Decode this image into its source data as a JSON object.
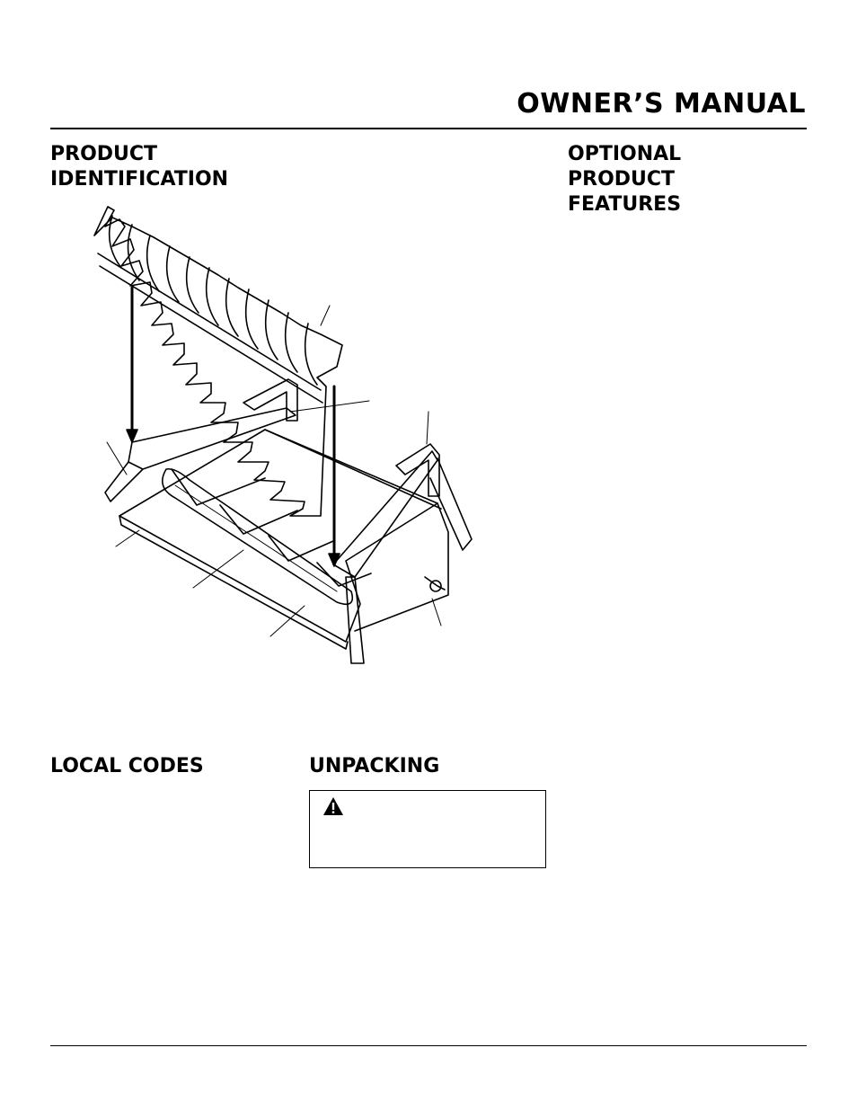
{
  "header": {
    "title": "OWNER’S MANUAL"
  },
  "sections": {
    "product_identification": [
      "PRODUCT",
      "IDENTIFICATION"
    ],
    "optional_features": [
      "OPTIONAL",
      "PRODUCT",
      "FEATURES"
    ],
    "local_codes": "LOCAL CODES",
    "unpacking": "UNPACKING"
  },
  "icons": {
    "warning": "warning-triangle-icon"
  }
}
